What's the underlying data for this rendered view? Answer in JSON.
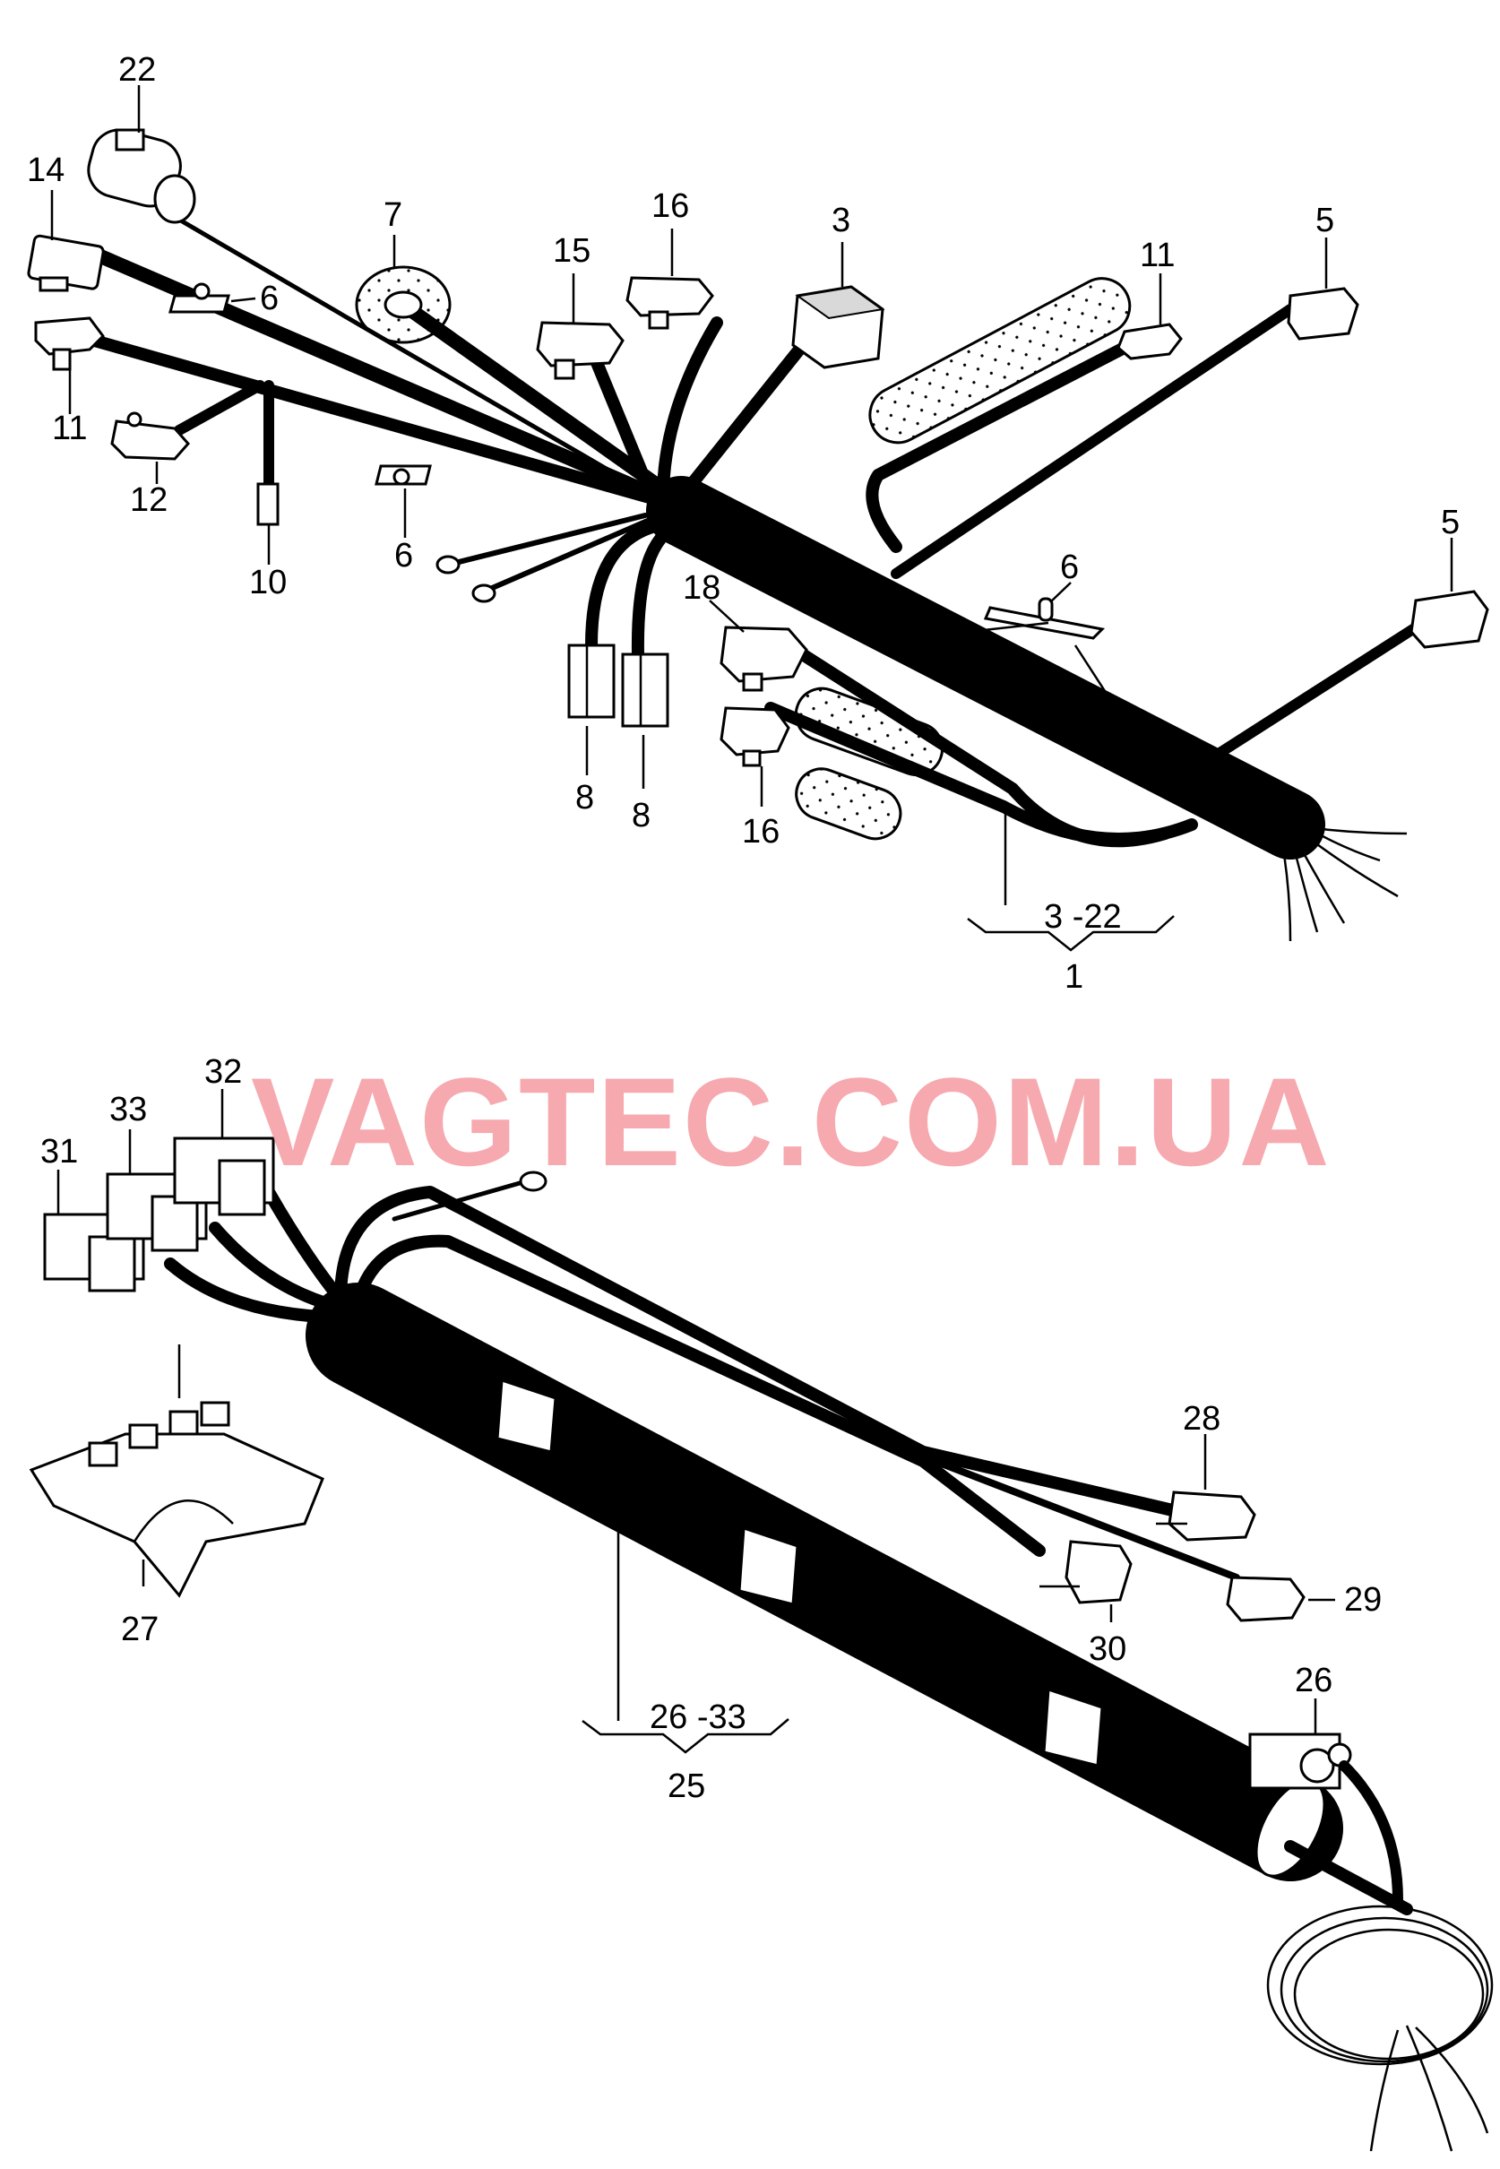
{
  "watermark": "VAGTEC.COM.UA",
  "callouts_top": {
    "c22": "22",
    "c14": "14",
    "c7": "7",
    "c6a": "6",
    "c11a": "11",
    "c12": "12",
    "c10": "10",
    "c6b": "6",
    "c15": "15",
    "c16a": "16",
    "c3": "3",
    "c11b": "11",
    "c5a": "5",
    "c5b": "5",
    "c6c": "6",
    "c18": "18",
    "c8a": "8",
    "c8b": "8",
    "c16b": "16",
    "range": "3 -22",
    "assembly": "1"
  },
  "callouts_bottom": {
    "c32": "32",
    "c33": "33",
    "c31": "31",
    "c27": "27",
    "c28": "28",
    "c29": "29",
    "c30": "30",
    "c26": "26",
    "range": "26 -33",
    "assembly": "25"
  }
}
